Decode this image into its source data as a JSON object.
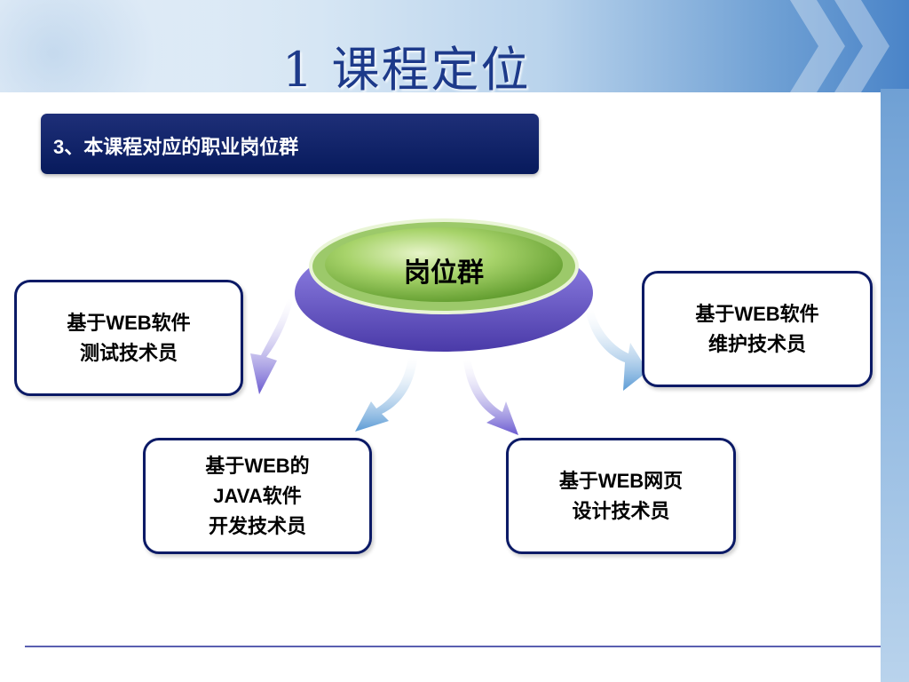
{
  "slide": {
    "title": "1  课程定位",
    "subtitle": "3、本课程对应的职业岗位群"
  },
  "diagram": {
    "center": "岗位群",
    "nodes": [
      {
        "id": "test",
        "lines": [
          "基于WEB软件",
          "测试技术员"
        ]
      },
      {
        "id": "maint",
        "lines": [
          "基于WEB软件",
          "维护技术员"
        ]
      },
      {
        "id": "java",
        "lines": [
          "基于WEB的",
          "JAVA软件",
          "开发技术员"
        ]
      },
      {
        "id": "web",
        "lines": [
          "基于WEB网页",
          "设计技术员"
        ]
      }
    ]
  },
  "colors": {
    "title": "#1d3a8a",
    "subtitle_bar": "#071a5c",
    "box_border": "#0b1a66",
    "center_green": "#8cc152",
    "center_purple": "#6f5bd6",
    "arrow_purple": "#7a6fd8",
    "arrow_blue": "#6fa8dc"
  }
}
